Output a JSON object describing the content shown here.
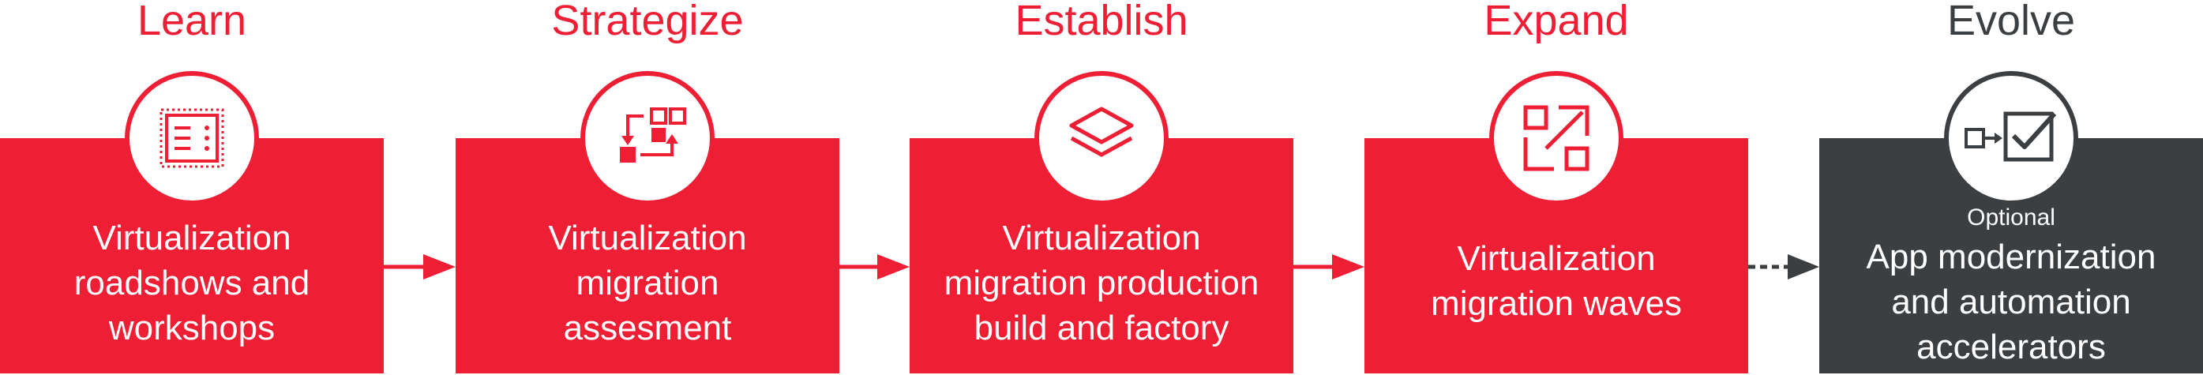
{
  "stages": [
    {
      "title": "Learn",
      "lines": [
        "Virtualization",
        "roadshows and",
        "workshops"
      ],
      "icon": "roadshow-board-icon"
    },
    {
      "title": "Strategize",
      "lines": [
        "Virtualization",
        "migration",
        "assesment"
      ],
      "icon": "strategy-flow-icon"
    },
    {
      "title": "Establish",
      "lines": [
        "Virtualization",
        "migration production",
        "build and factory"
      ],
      "icon": "layers-icon"
    },
    {
      "title": "Expand",
      "lines": [
        "Virtualization",
        "migration waves"
      ],
      "icon": "expand-icon"
    },
    {
      "title": "Evolve",
      "optional": "Optional",
      "lines": [
        "App modernization",
        "and automation",
        "accelerators"
      ],
      "icon": "checkbox-flow-icon"
    }
  ],
  "colors": {
    "accent_red": "#ee1f35",
    "dark_gray": "#3c3f42",
    "white": "#ffffff"
  }
}
